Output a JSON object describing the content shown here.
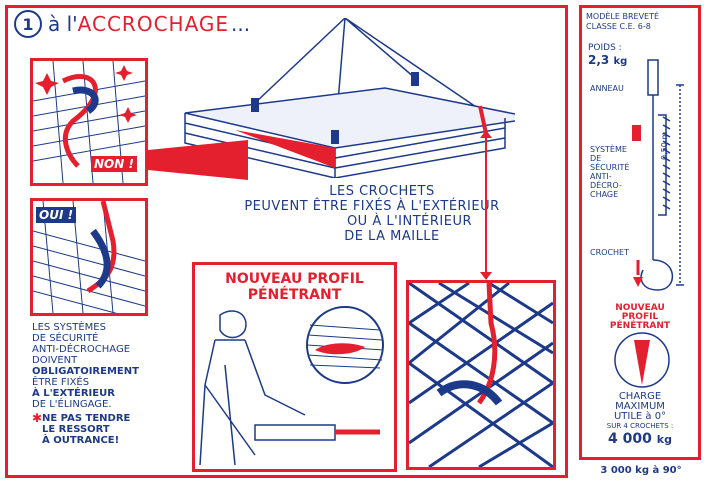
{
  "main": {
    "title_number": "1",
    "title_prefix": "à l'",
    "title_word": "ACCROCHAGE",
    "title_dots": "...",
    "non_label": "NON !",
    "oui_label": "OUI !",
    "crochets_line1": "LES CROCHETS",
    "crochets_line2_a": "PEUVENT ÊTRE FIXÉS ",
    "crochets_line2_b": "À L'EXTÉRIEUR",
    "crochets_line3": "OU À L'INTÉRIEUR",
    "crochets_line4": "DE LA MAILLE",
    "profil_line1": "NOUVEAU PROFIL",
    "profil_line2": "PÉNÉTRANT",
    "securite_lines": [
      "LES SYSTÈMES",
      "DE SÉCURITÉ",
      "ANTI-DÉCROCHAGE",
      "DOIVENT"
    ],
    "obligatoirement": "OBLIGATOIREMENT",
    "etre_fixes": "ÊTRE FIXÉS",
    "a_l_exterieur": "À L'EXTÉRIEUR",
    "de_l_elingage": "DE L'ÉLINGAGE.",
    "warning_star": "✱",
    "warning_lines": [
      "NE PAS TENDRE",
      "LE RESSORT",
      "À OUTRANCE!"
    ]
  },
  "side": {
    "modele": "MODÈLE BREVETÉ",
    "classe": "CLASSE C.E. 6-8",
    "poids_label": "POIDS :",
    "poids_value": "2,3",
    "poids_unit": "kg",
    "anneau": "ANNEAU",
    "systeme_lines": [
      "SYSTÈME",
      "DE",
      "SÉCURITÉ",
      "ANTI-",
      "DÉCRO-",
      "CHAGE"
    ],
    "dimension": "0,50 m",
    "crochet": "CROCHET",
    "profil_lines": [
      "NOUVEAU",
      "PROFIL",
      "PÉNÉTRANT"
    ],
    "charge_line1": "CHARGE",
    "charge_line2": "MAXIMUM",
    "charge_line3": "UTILE à 0°",
    "charge_line4": "SUR 4 CROCHETS :",
    "charge_value": "4 000",
    "charge_unit": "kg",
    "footer": "3 000 kg à 90°"
  },
  "colors": {
    "red": "#e4202e",
    "blue": "#1d3a8a"
  }
}
